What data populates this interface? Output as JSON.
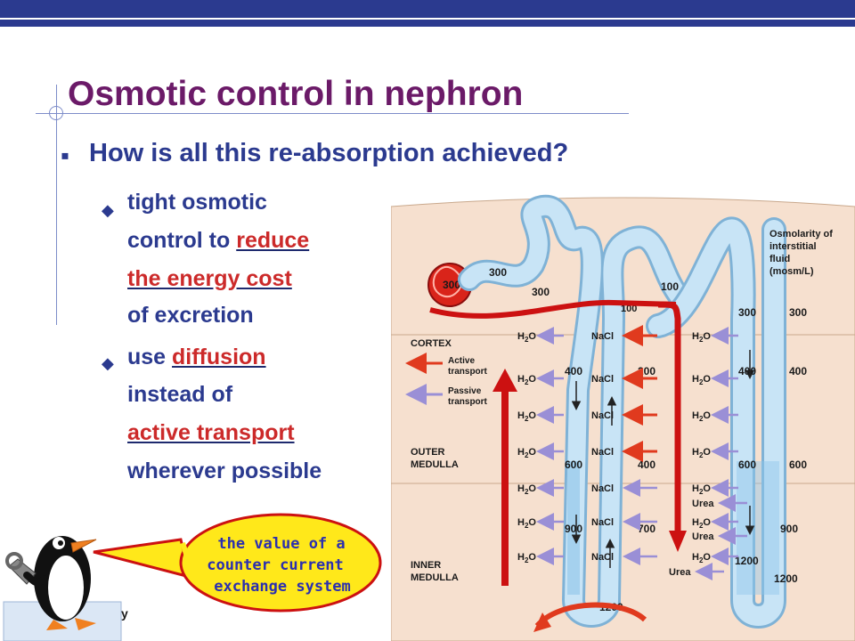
{
  "slide": {
    "title": "Osmotic control in nephron",
    "question": "How is all this re-absorption achieved?",
    "point1": {
      "line1": "tight osmotic",
      "line2a": "control to ",
      "line2b": "reduce",
      "line3": "the energy cost",
      "line4": "of excretion"
    },
    "point2": {
      "line1a": "use ",
      "line1b": "diffusion",
      "line2": "instead of",
      "line3": "active transport",
      "line4": "wherever possible"
    },
    "callout": {
      "line1": "the value of a",
      "line2": "counter current",
      "line3": "exchange system"
    },
    "corner_letter": "y"
  },
  "diagram": {
    "osmolarity_title": [
      "Osmolarity of",
      "interstitial",
      "fluid",
      "(mosm/L)"
    ],
    "osmolarity_values": [
      "300",
      "400",
      "600",
      "900",
      "1200"
    ],
    "zones": {
      "cortex": "CORTEX",
      "outer_medulla": [
        "OUTER",
        "MEDULLA"
      ],
      "inner_medulla": [
        "INNER",
        "MEDULLA"
      ]
    },
    "legend": {
      "active": [
        "Active",
        "transport"
      ],
      "passive": [
        "Passive",
        "transport"
      ]
    },
    "tubule_values": {
      "prox1": "300",
      "prox2": "300",
      "prox3": "300",
      "distal": "100",
      "desc": [
        "400",
        "600",
        "900"
      ],
      "asc": [
        "200",
        "400",
        "700"
      ],
      "top_asc": "100",
      "collect": [
        "300",
        "400",
        "600"
      ],
      "bottom": "1200",
      "collect_bottom": "1200"
    },
    "labels": {
      "water": "H",
      "water_sub": "2",
      "water_o": "O",
      "salt": "NaCl",
      "urea": "Urea"
    },
    "colors": {
      "active_arrow": "#e03a1e",
      "passive_arrow": "#9a8fd6",
      "tubule": "#b9dcf2",
      "interstitium": "#f6e0cf",
      "big_arrow": "#cc1111"
    }
  }
}
